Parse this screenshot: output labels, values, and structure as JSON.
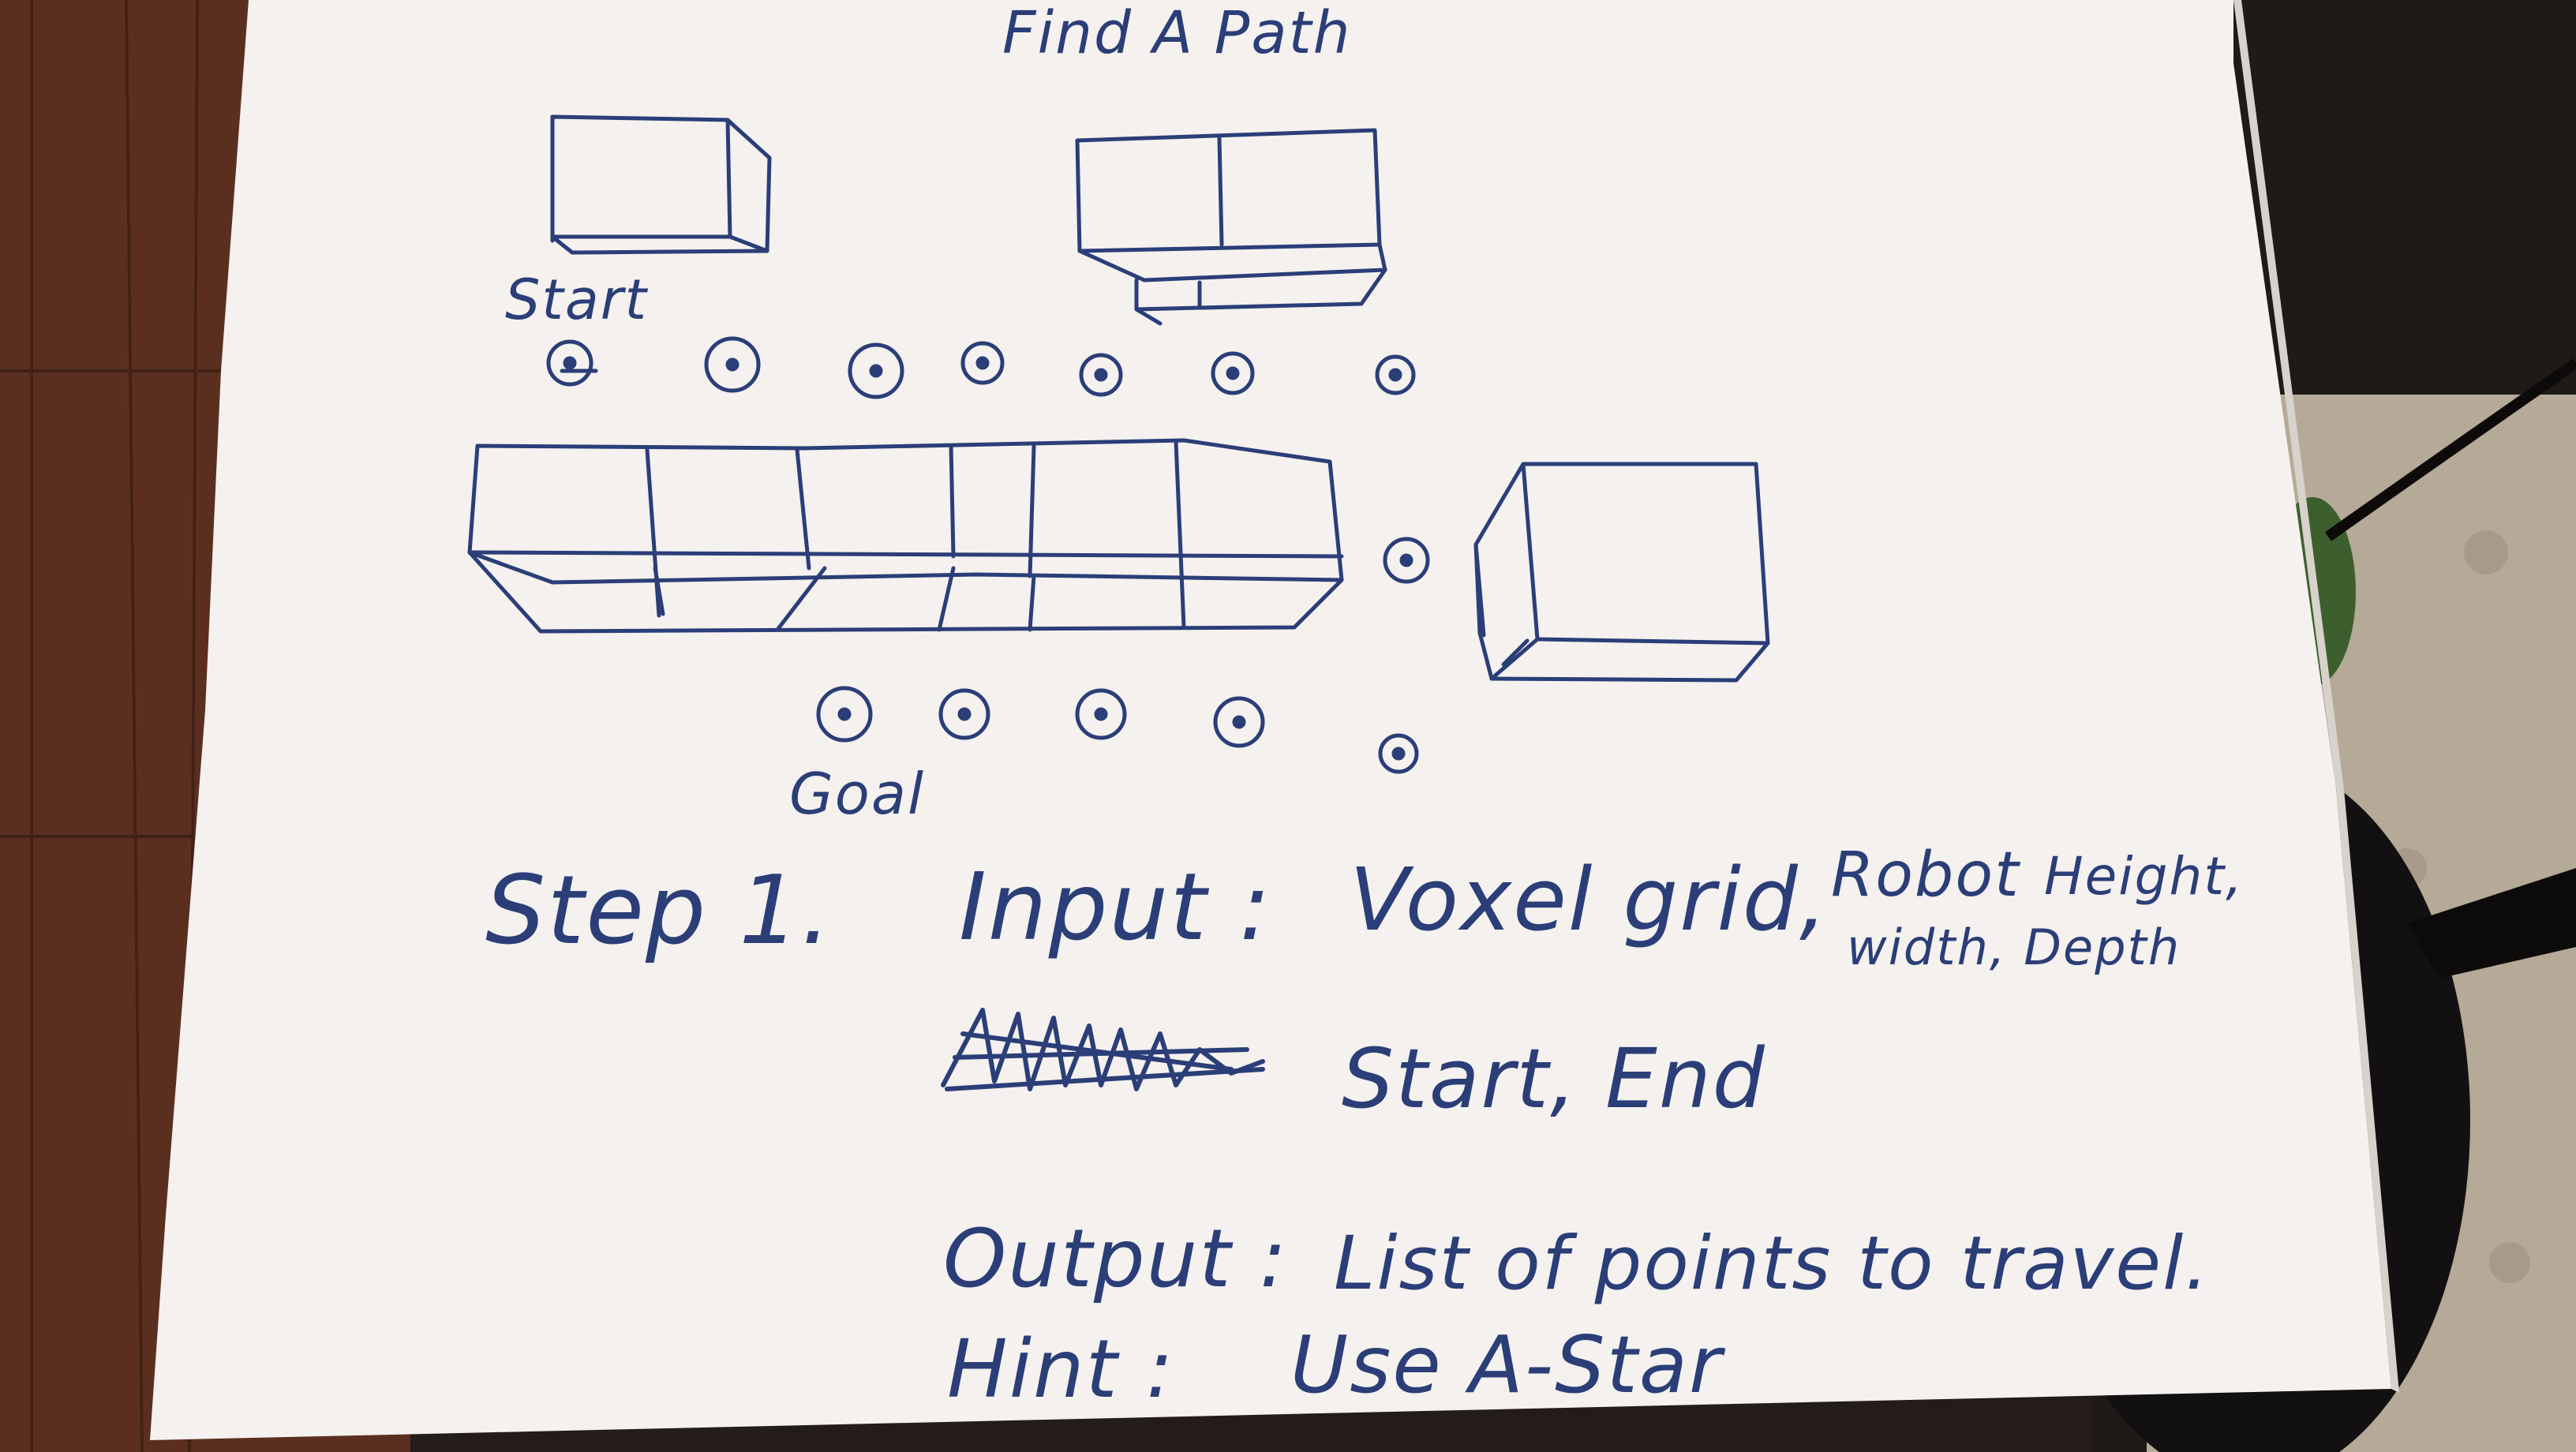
{
  "note": {
    "title": "Find A Path",
    "start_label": "Start",
    "goal_label": "Goal",
    "step": "Step 1.",
    "input_label": "Input :",
    "input_values": "Voxel grid,",
    "input_robot": "Robot",
    "input_height": "Height,",
    "input_width_depth": "width, Depth",
    "input_start_end": "Start, End",
    "output_label": "Output :",
    "output_value": "List of points to travel.",
    "hint_label": "Hint :",
    "hint_value": "Use A-Star"
  },
  "colors": {
    "ink": "#2b3e78",
    "paper": "#f4f1ee",
    "desk": "#5a2f1f",
    "carpet": "#b7ab9c"
  }
}
